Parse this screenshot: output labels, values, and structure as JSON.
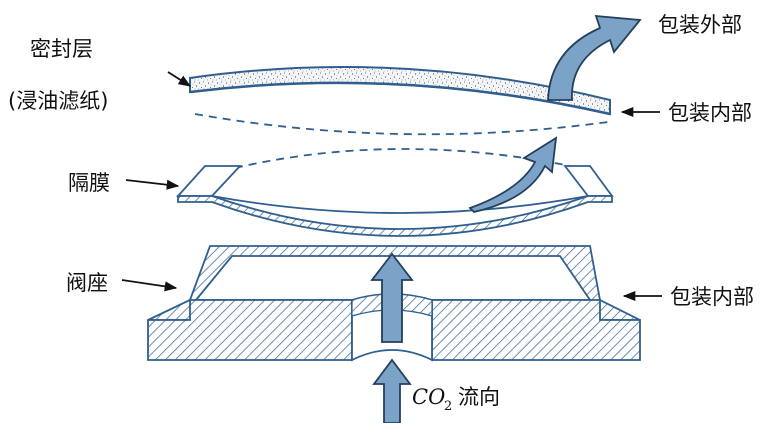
{
  "labels": {
    "seal_layer_line1": "密封层",
    "seal_layer_line2": "(浸油滤纸)",
    "membrane": "隔膜",
    "valve_seat": "阀座",
    "outside_package": "包装外部",
    "inside_package_top": "包装内部",
    "inside_package_bottom": "包装内部",
    "co2_formula": "CO",
    "co2_subscript": "2",
    "co2_flow": "流向"
  },
  "colors": {
    "outline": "#2f5f8f",
    "arrow_fill": "#7aa3c7",
    "arrow_stroke": "#243f5c",
    "text": "#111111"
  }
}
